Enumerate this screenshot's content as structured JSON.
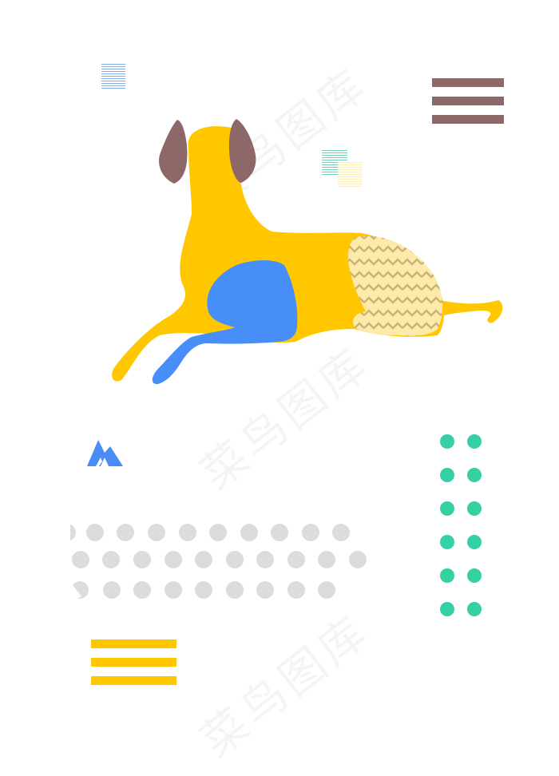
{
  "watermark_text": "菜鸟图库",
  "colors": {
    "background": "#ffffff",
    "dog_body": "#fec700",
    "dog_ears": "#8c6869",
    "dog_patch": "#478ef9",
    "zigzag_fill": "#fde9a9",
    "zigzag_stroke": "#c9b47a",
    "stripe_blue": "#6fa3f2",
    "stripe_green": "#58d0ac",
    "brown_bars": "#8c6869",
    "yellow_bars": "#fec700",
    "green_dots": "#35d0a3",
    "gray_dots": "#dcdcdc",
    "mountain_icon": "#4a8cf6"
  },
  "icons": {
    "mountain": "mountain-icon",
    "menu_bars_top": "hamburger-icon",
    "menu_bars_bottom": "hamburger-icon"
  },
  "shapes": {
    "brown_bar_count": 3,
    "yellow_bar_count": 3,
    "green_dot_rows": 6,
    "green_dot_cols": 2,
    "gray_dot_rows": 3
  }
}
